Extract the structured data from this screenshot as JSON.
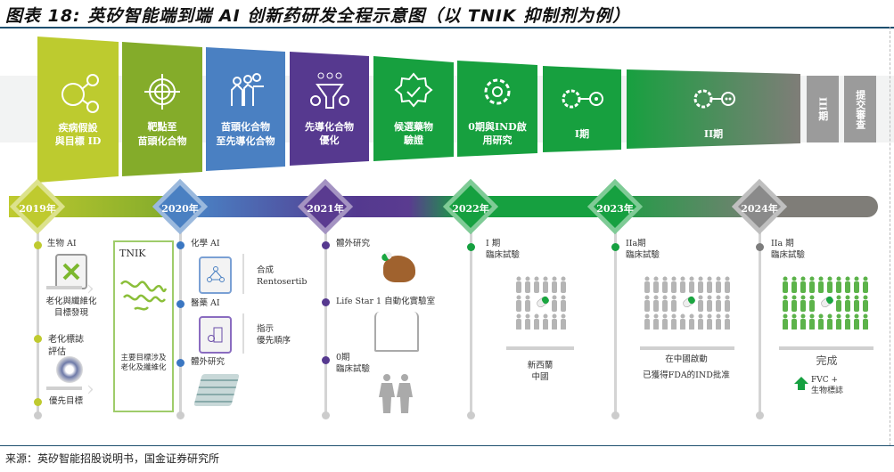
{
  "title": "图表 18: 英矽智能端到端 AI 创新药研发全程示意图（以 TNIK 抑制剂为例）",
  "source": "来源：英矽智能招股说明书，国金证券研究所",
  "stages": [
    {
      "label": "疾病假設\n與目標 ID",
      "color": "#bdcb2f",
      "icon": "lightbulb-network-icon"
    },
    {
      "label": "靶點至\n苗頭化合物",
      "color": "#84ac2a",
      "icon": "target-icon"
    },
    {
      "label": "苗頭化合物\n至先導化合物",
      "color": "#4a80c2",
      "icon": "team-icon"
    },
    {
      "label": "先導化合物\n優化",
      "color": "#56398f",
      "icon": "funnel-gears-icon"
    },
    {
      "label": "候選藥物\n驗證",
      "color": "#17a03f",
      "icon": "badge-check-icon"
    },
    {
      "label": "0期與IND啟\n用研究",
      "color": "#17a03f",
      "icon": "gear-icon"
    },
    {
      "label": "I期",
      "color": "#17a03f",
      "icon": "gear-one-icon"
    },
    {
      "label": "II期",
      "color": "#17a03f",
      "icon": "gear-two-icon"
    },
    {
      "label": "III期",
      "color": "#9b9b9b"
    },
    {
      "label": "提交審查",
      "color": "#9b9b9b"
    }
  ],
  "years": [
    {
      "label": "2019年",
      "color": "#bfca2f"
    },
    {
      "label": "2020年",
      "color": "#4a80c2"
    },
    {
      "label": "2021年",
      "color": "#5a3b90"
    },
    {
      "label": "2022年",
      "color": "#16a040"
    },
    {
      "label": "2023年",
      "color": "#16a040"
    },
    {
      "label": "2024年",
      "color": "#8a8a8a"
    }
  ],
  "col2019": {
    "item1": "生物 AI",
    "item1_desc": "老化與纖維化\n目標發現",
    "item2": "老化標誌\n評估",
    "item3": "優先目標"
  },
  "tnik": {
    "title": "TNIK",
    "desc": "主要目標涉及\n老化及纖維化"
  },
  "col2020": {
    "item1": "化學 AI",
    "item1_side": "合成\nRentosertib",
    "item2": "醫藥 AI",
    "item2_side": "指示\n優先順序",
    "item3": "體外研究"
  },
  "col2021": {
    "item1": "體外研究",
    "item2": "Life Star 1 自動化實驗室",
    "item3": "0期\n臨床試驗"
  },
  "col2022": {
    "heading": "I 期\n臨床試驗",
    "location": "新西蘭\n中國"
  },
  "col2023": {
    "heading": "IIa期\n臨床試驗",
    "line1": "在中國啟動",
    "line2": "已獲得FDA的IND批准"
  },
  "col2024": {
    "heading": "IIa 期\n臨床試驗",
    "status": "完成",
    "result": "FVC +\n生物標誌"
  }
}
